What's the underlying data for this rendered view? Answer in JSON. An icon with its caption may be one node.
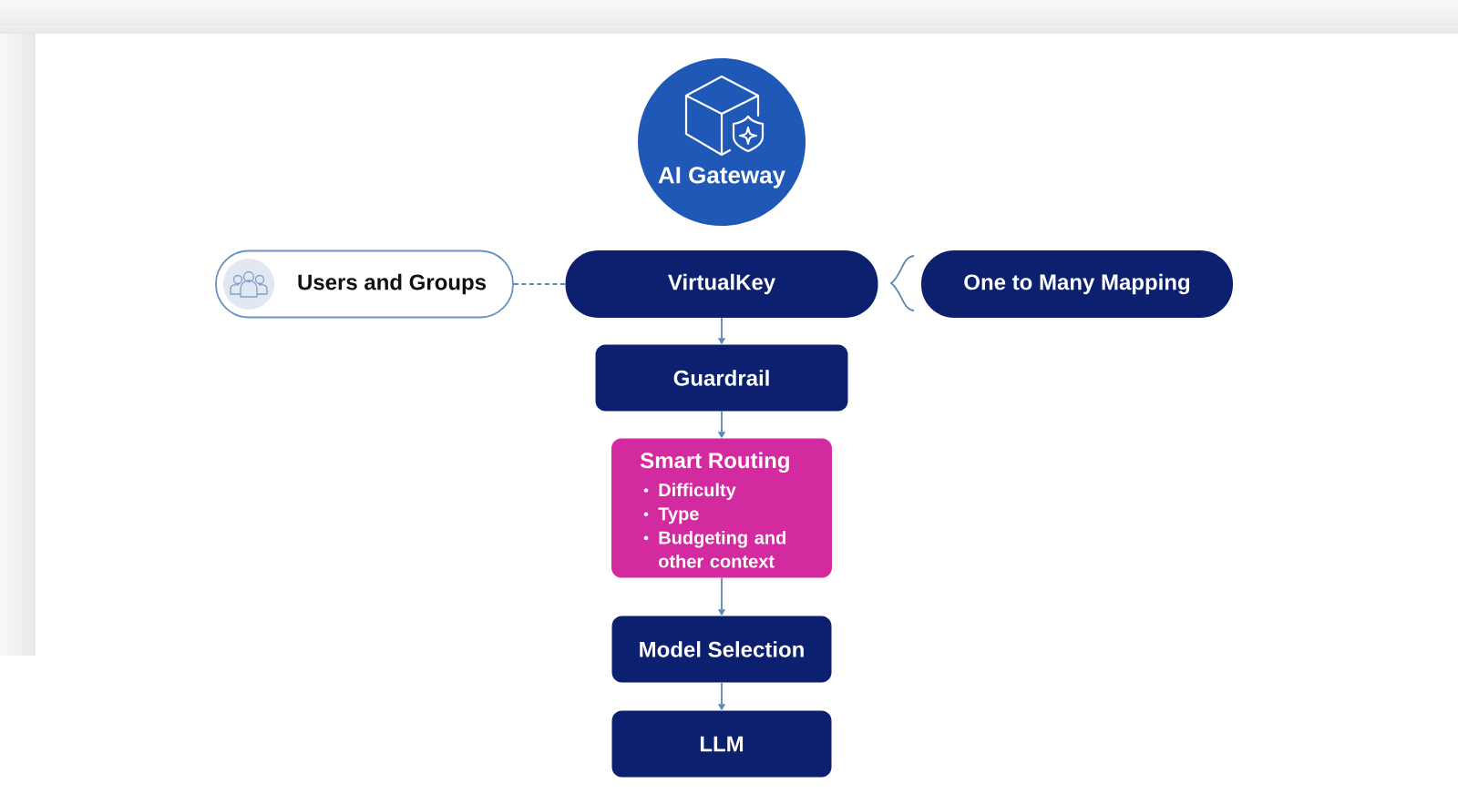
{
  "diagram": {
    "nodes": [
      {
        "text": [
          "AI Gateway"
        ]
      },
      {
        "text": [
          "Users and Groups"
        ]
      },
      {
        "text": [
          "VirtualKey"
        ]
      },
      {
        "text": [
          "One to Many Mapping"
        ]
      },
      {
        "text": [
          "Guardrail"
        ]
      },
      {
        "text": [
          "Smart Routing",
          "Difficulty",
          "Type",
          "Budgeting and other context"
        ]
      },
      {
        "text": [
          "Model Selection"
        ]
      },
      {
        "text": [
          "LLM"
        ]
      }
    ],
    "edges": [
      {
        "from": 1,
        "to": 2,
        "arrow": "none",
        "style": "dashed"
      },
      {
        "from": 2,
        "to": 4,
        "arrow": "to"
      },
      {
        "from": 4,
        "to": 5,
        "arrow": "to"
      },
      {
        "from": 5,
        "to": 6,
        "arrow": "to"
      },
      {
        "from": 6,
        "to": 7,
        "arrow": "to"
      }
    ]
  }
}
